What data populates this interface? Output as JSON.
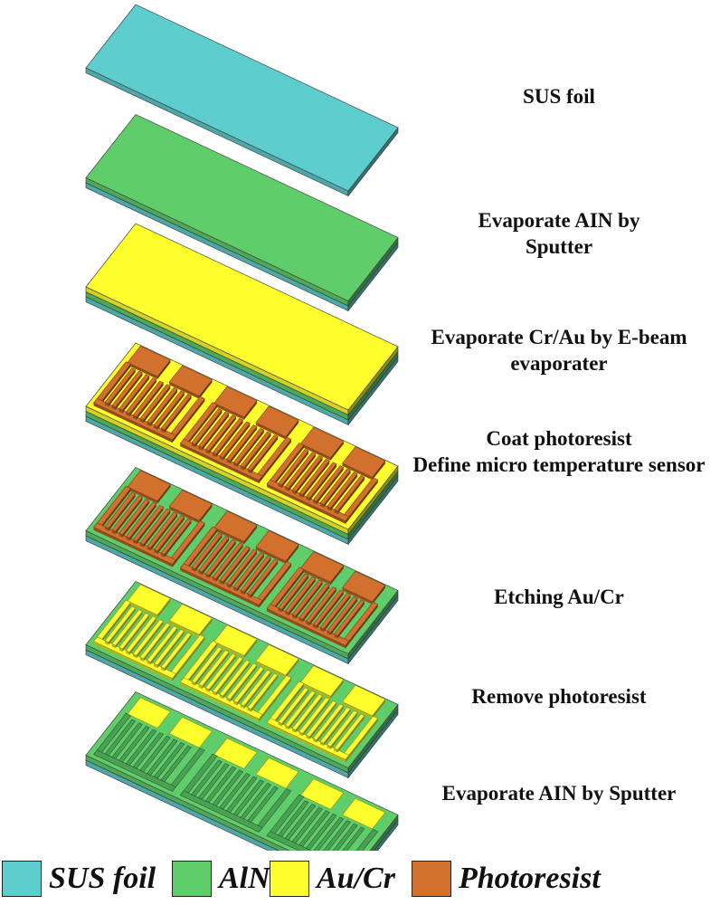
{
  "colors": {
    "sus_foil": "#5ecdcd",
    "aln": "#5fce6a",
    "au_cr": "#ffff2e",
    "photoresist": "#d2702d"
  },
  "steps": [
    {
      "label": "SUS foil",
      "layers": [
        "sus_foil"
      ],
      "top": "sus_foil",
      "pattern": "none"
    },
    {
      "label": "Evaporate AIN by\nSputter",
      "layers": [
        "sus_foil",
        "aln"
      ],
      "top": "aln",
      "pattern": "none"
    },
    {
      "label": "Evaporate Cr/Au by E-beam\nevaporater",
      "layers": [
        "sus_foil",
        "aln",
        "au_cr"
      ],
      "top": "au_cr",
      "pattern": "none"
    },
    {
      "label": "Coat photoresist\nDefine micro temperature sensor",
      "layers": [
        "sus_foil",
        "aln",
        "au_cr"
      ],
      "top": "au_cr",
      "pattern": "photoresist"
    },
    {
      "label": "Etching Au/Cr",
      "layers": [
        "sus_foil",
        "aln"
      ],
      "top": "aln",
      "pattern": "photoresist"
    },
    {
      "label": "Remove photoresist",
      "layers": [
        "sus_foil",
        "aln"
      ],
      "top": "aln",
      "pattern": "au_cr"
    },
    {
      "label": "Evaporate AIN by Sputter",
      "layers": [
        "sus_foil",
        "aln"
      ],
      "top": "aln",
      "pattern": "au_cr_covered"
    }
  ],
  "legend": [
    {
      "key": "sus_foil",
      "label": "SUS foil"
    },
    {
      "key": "aln",
      "label": "AlN"
    },
    {
      "key": "au_cr",
      "label": "Au/Cr"
    },
    {
      "key": "photoresist",
      "label": "Photoresist"
    }
  ]
}
